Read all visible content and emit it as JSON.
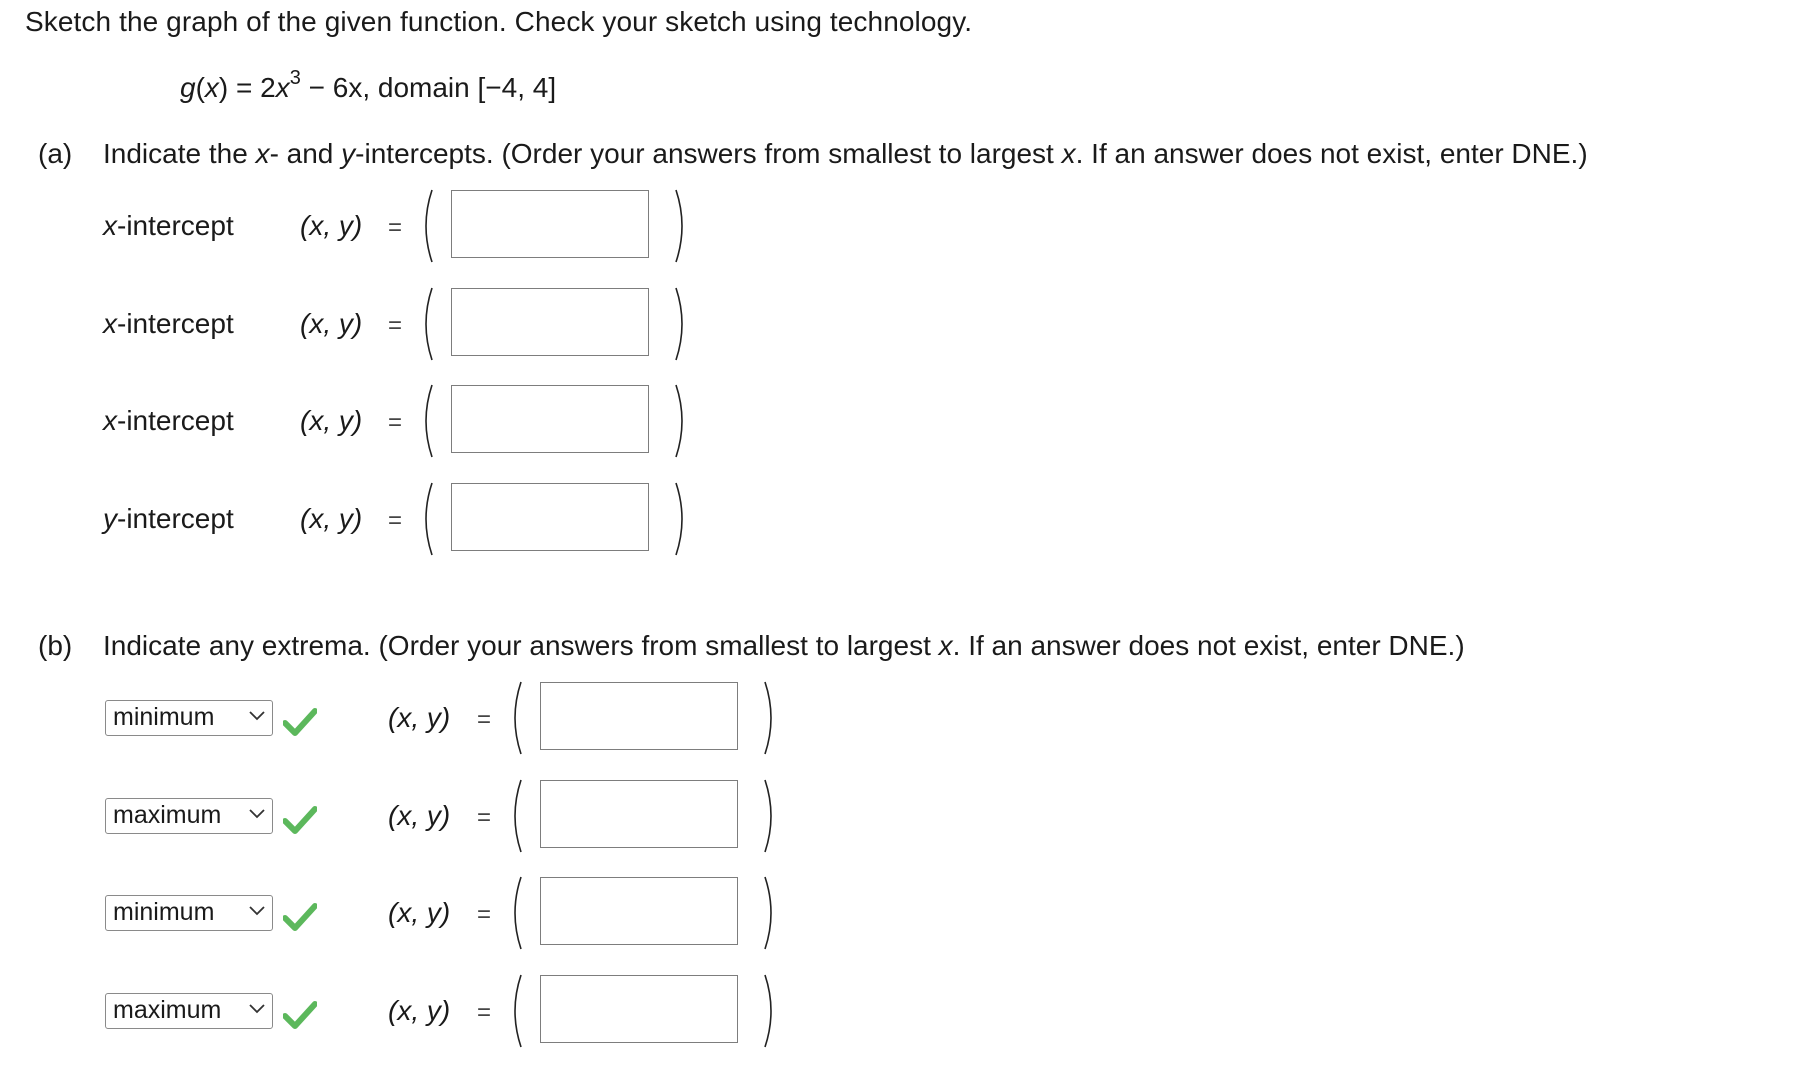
{
  "instructions": "Sketch the graph of the given function. Check your sketch using technology.",
  "function": {
    "name": "g",
    "var": "x",
    "lhs_rest": ") = 2",
    "exponent": "3",
    "rhs": " − 6x, domain [−4, 4]"
  },
  "part_a": {
    "label": "(a)",
    "text_1": "Indicate the ",
    "var_x": "x",
    "text_2": "- and ",
    "var_y": "y",
    "text_3": "-intercepts. (Order your answers from smallest to largest ",
    "text_4": ". If an answer does not exist, enter DNE.)",
    "rows": [
      {
        "var": "x",
        "label": "-intercept",
        "xy": "(x, y)",
        "eq": "=",
        "value": ""
      },
      {
        "var": "x",
        "label": "-intercept",
        "xy": "(x, y)",
        "eq": "=",
        "value": ""
      },
      {
        "var": "x",
        "label": "-intercept",
        "xy": "(x, y)",
        "eq": "=",
        "value": ""
      },
      {
        "var": "y",
        "label": "-intercept",
        "xy": "(x, y)",
        "eq": "=",
        "value": ""
      }
    ]
  },
  "part_b": {
    "label": "(b)",
    "text_1": "Indicate any extrema. (Order your answers from smallest to largest ",
    "var_x": "x",
    "text_2": ". If an answer does not exist, enter DNE.)",
    "rows": [
      {
        "select": "minimum",
        "xy": "(x, y)",
        "eq": "=",
        "value": ""
      },
      {
        "select": "maximum",
        "xy": "(x, y)",
        "eq": "=",
        "value": ""
      },
      {
        "select": "minimum",
        "xy": "(x, y)",
        "eq": "=",
        "value": ""
      },
      {
        "select": "maximum",
        "xy": "(x, y)",
        "eq": "=",
        "value": ""
      }
    ],
    "check_color": "#5cb85c"
  }
}
